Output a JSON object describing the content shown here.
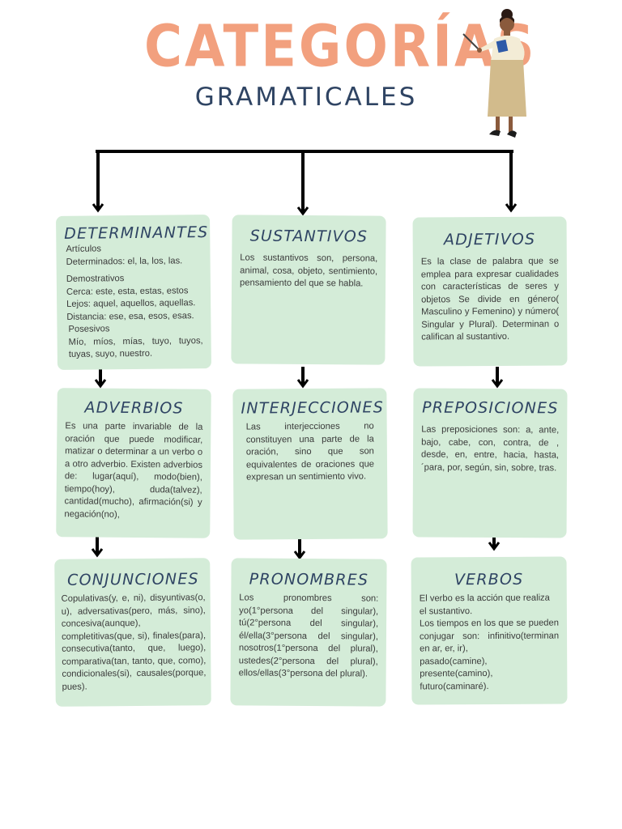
{
  "header": {
    "title": "CATEGORÍAS",
    "subtitle": "GRAMATICALES"
  },
  "colors": {
    "title": "#f2a07e",
    "heading": "#2f4463",
    "card_bg": "#d4ecd8",
    "arrow": "#000000"
  },
  "cards": {
    "determinantes": {
      "title": "DETERMINANTES",
      "lines": [
        "Artículos",
        "Determinados: el, la, los, las.",
        "Demostrativos",
        "Cerca: este, esta, estas, estos",
        "Lejos: aquel, aquellos, aquellas.",
        "Distancia: ese, esa, esos, esas.",
        "Posesivos",
        "Mío, míos, mías, tuyo, tuyos, tuyas, suyo, nuestro."
      ]
    },
    "sustantivos": {
      "title": "SUSTANTIVOS",
      "text": "Los sustantivos son, persona, animal, cosa, objeto, sentimiento, pensamiento del que se habla."
    },
    "adjetivos": {
      "title": "ADJETIVOS",
      "text": "Es la clase de palabra que se emplea para expresar cualidades con características de seres y objetos Se divide en género( Masculino y Femenino) y número( Singular y Plural). Determinan o califican al sustantivo."
    },
    "adverbios": {
      "title": "ADVERBIOS",
      "text": "Es una parte invariable de la oración que puede modificar, matizar o determinar a un verbo o a otro adverbio. Existen adverbios de: lugar(aquí), modo(bien), tiempo(hoy), duda(talvez), cantidad(mucho), afirmación(si) y negación(no),"
    },
    "interjecciones": {
      "title": "INTERJECCIONES",
      "text": "Las interjecciones no constituyen una parte de la oración, sino que son equivalentes de oraciones que expresan un sentimiento vivo."
    },
    "preposiciones": {
      "title": "PREPOSICIONES",
      "text": "Las preposiciones son: a, ante, bajo, cabe, con, contra, de , desde, en, entre, hacia, hasta, ´para, por, según, sin, sobre, tras."
    },
    "conjunciones": {
      "title": "CONJUNCIONES",
      "text": "Copulativas(y, e, ni), disyuntivas(o, u), adversativas(pero, más, sino), concesiva(aunque), completitivas(que, si), finales(para), consecutiva(tanto, que, luego), comparativa(tan, tanto, que, como), condicionales(si), causales(porque, pues)."
    },
    "pronombres": {
      "title": "PRONOMBRES",
      "text": "Los pronombres son: yo(1°persona del singular), tú(2°persona del singular), él/ella(3°persona del singular), nosotros(1°persona del plural), ustedes(2°persona del plural), ellos/ellas(3°persona del plural)."
    },
    "verbos": {
      "title": "VERBOS",
      "lines": [
        "El verbo es la acción que realiza el sustantivo.",
        "Los tiempos en los que se pueden conjugar son: infinitivo(terminan en ar, er, ir),",
        "pasado(camine),",
        "presente(camino),",
        "futuro(caminaré)."
      ]
    }
  }
}
